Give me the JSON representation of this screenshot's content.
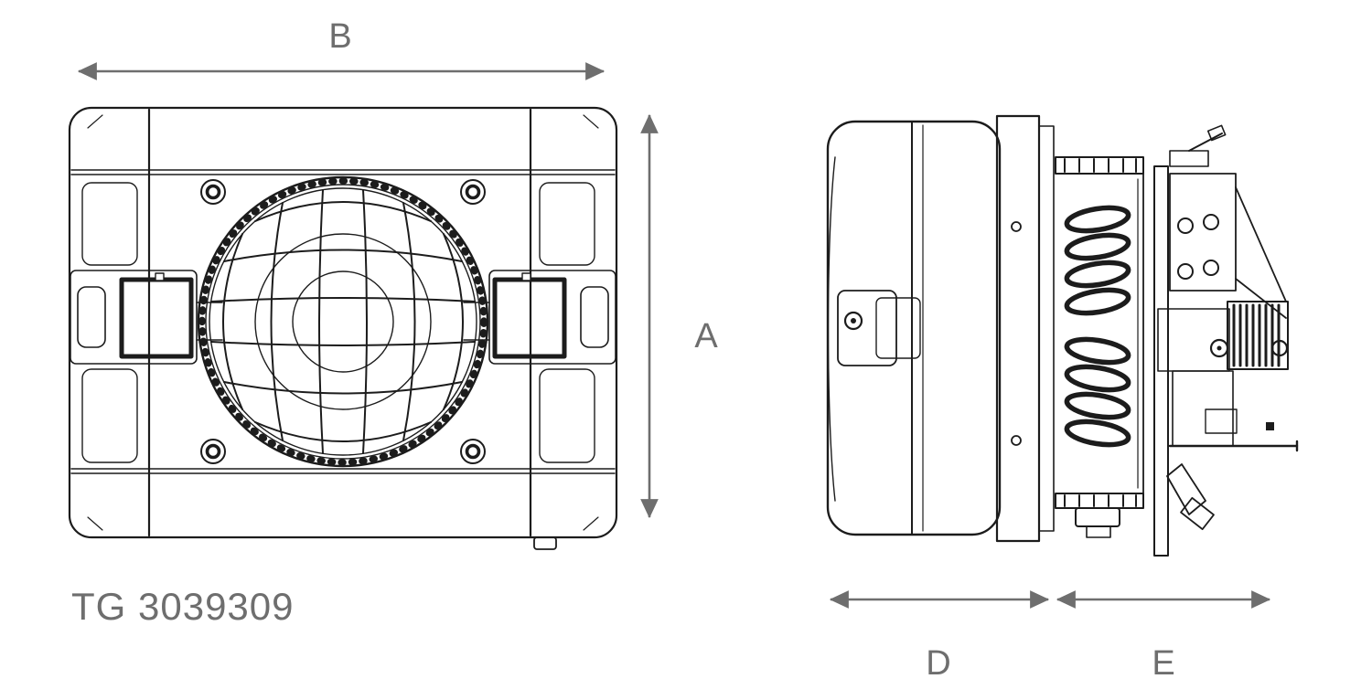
{
  "part_number": "TG 3039309",
  "labels": {
    "width": "B",
    "height": "A",
    "depth_front": "D",
    "depth_rear": "E"
  },
  "colors": {
    "line": "#1c1c1c",
    "dimension": "#6e6e6e",
    "background": "#ffffff"
  }
}
